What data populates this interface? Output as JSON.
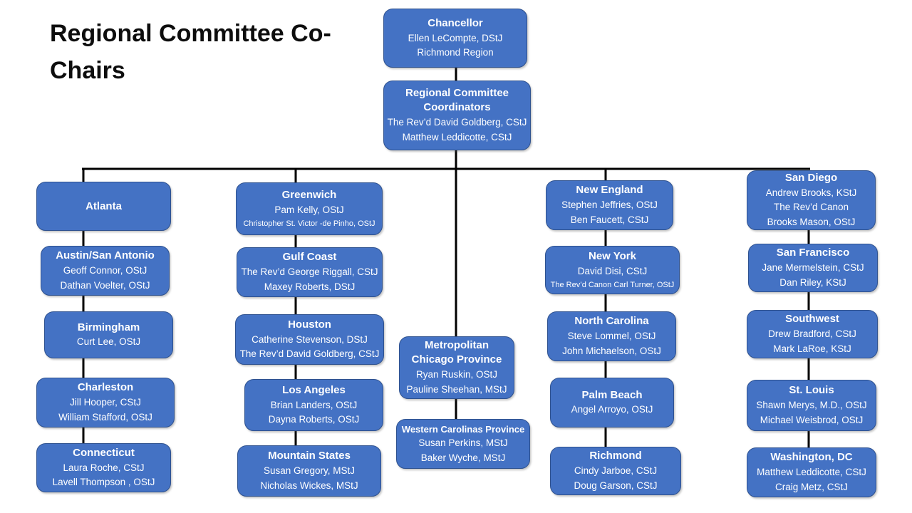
{
  "slide_title": "Regional Committee Co-Chairs",
  "colors": {
    "box_fill": "#4472C4",
    "box_border": "#2F528F",
    "box_text": "#FFFFFF",
    "connector_line": "#000000",
    "title_text": "#0D0D0D",
    "background": "#FFFFFF"
  },
  "top": {
    "chancellor": {
      "title": "Chancellor",
      "lines": [
        "Ellen LeCompte, DStJ",
        "Richmond Region"
      ]
    },
    "coordinators": {
      "title": "Regional Committee Coordinators",
      "lines": [
        "The Rev’d David Goldberg, CStJ",
        "Matthew Leddicotte, CStJ"
      ]
    }
  },
  "columns": [
    {
      "boxes": [
        {
          "title": "Atlanta",
          "lines": []
        },
        {
          "title": "Austin/San Antonio",
          "lines": [
            "Geoff Connor, OStJ",
            "Dathan Voelter, OStJ"
          ]
        },
        {
          "title": "Birmingham",
          "lines": [
            "Curt Lee, OStJ"
          ]
        },
        {
          "title": "Charleston",
          "lines": [
            "Jill Hooper, CStJ",
            "William Stafford, OStJ"
          ]
        },
        {
          "title": "Connecticut",
          "lines": [
            "Laura Roche, CStJ",
            "Lavell Thompson , OStJ"
          ]
        }
      ]
    },
    {
      "boxes": [
        {
          "title": "Greenwich",
          "lines": [
            "Pam Kelly, OStJ",
            "Christopher St. Victor -de Pinho, OStJ"
          ]
        },
        {
          "title": "Gulf Coast",
          "lines": [
            "The Rev’d George Riggall, CStJ",
            "Maxey Roberts, DStJ"
          ]
        },
        {
          "title": "Houston",
          "lines": [
            "Catherine Stevenson, DStJ",
            "The Rev’d David Goldberg, CStJ"
          ]
        },
        {
          "title": "Los Angeles",
          "lines": [
            "Brian Landers, OStJ",
            "Dayna Roberts, OStJ"
          ]
        },
        {
          "title": "Mountain States",
          "lines": [
            "Susan Gregory, MStJ",
            "Nicholas Wickes, MStJ"
          ]
        }
      ]
    },
    {
      "boxes": [
        {
          "title": "Metropolitan Chicago Province",
          "lines": [
            "Ryan Ruskin, OStJ",
            "Pauline Sheehan, MStJ"
          ]
        },
        {
          "title": "Western Carolinas Province",
          "lines": [
            "Susan Perkins, MStJ",
            "Baker Wyche, MStJ"
          ]
        }
      ]
    },
    {
      "boxes": [
        {
          "title": "New England",
          "lines": [
            "Stephen Jeffries, OStJ",
            "Ben Faucett, CStJ"
          ]
        },
        {
          "title": "New York",
          "lines": [
            "David Disi, CStJ",
            "The Rev’d Canon Carl Turner, OStJ"
          ]
        },
        {
          "title": "North Carolina",
          "lines": [
            "Steve Lommel, OStJ",
            "John Michaelson,  OStJ"
          ]
        },
        {
          "title": "Palm Beach",
          "lines": [
            "Angel Arroyo, OStJ"
          ]
        },
        {
          "title": "Richmond",
          "lines": [
            "Cindy Jarboe, CStJ",
            "Doug Garson, CStJ"
          ]
        }
      ]
    },
    {
      "boxes": [
        {
          "title": "San Diego",
          "lines": [
            "Andrew Brooks, KStJ",
            "The Rev’d Canon",
            "Brooks Mason, OStJ"
          ]
        },
        {
          "title": "San Francisco",
          "lines": [
            "Jane Mermelstein, CStJ",
            "Dan Riley, KStJ"
          ]
        },
        {
          "title": "Southwest",
          "lines": [
            "Drew Bradford, CStJ",
            "Mark LaRoe, KStJ"
          ]
        },
        {
          "title": "St. Louis",
          "lines": [
            "Shawn Merys, M.D., OStJ",
            "Michael Weisbrod, OStJ"
          ]
        },
        {
          "title": "Washington, DC",
          "lines": [
            "Matthew Leddicotte, CStJ",
            "Craig Metz, CStJ"
          ]
        }
      ]
    }
  ]
}
